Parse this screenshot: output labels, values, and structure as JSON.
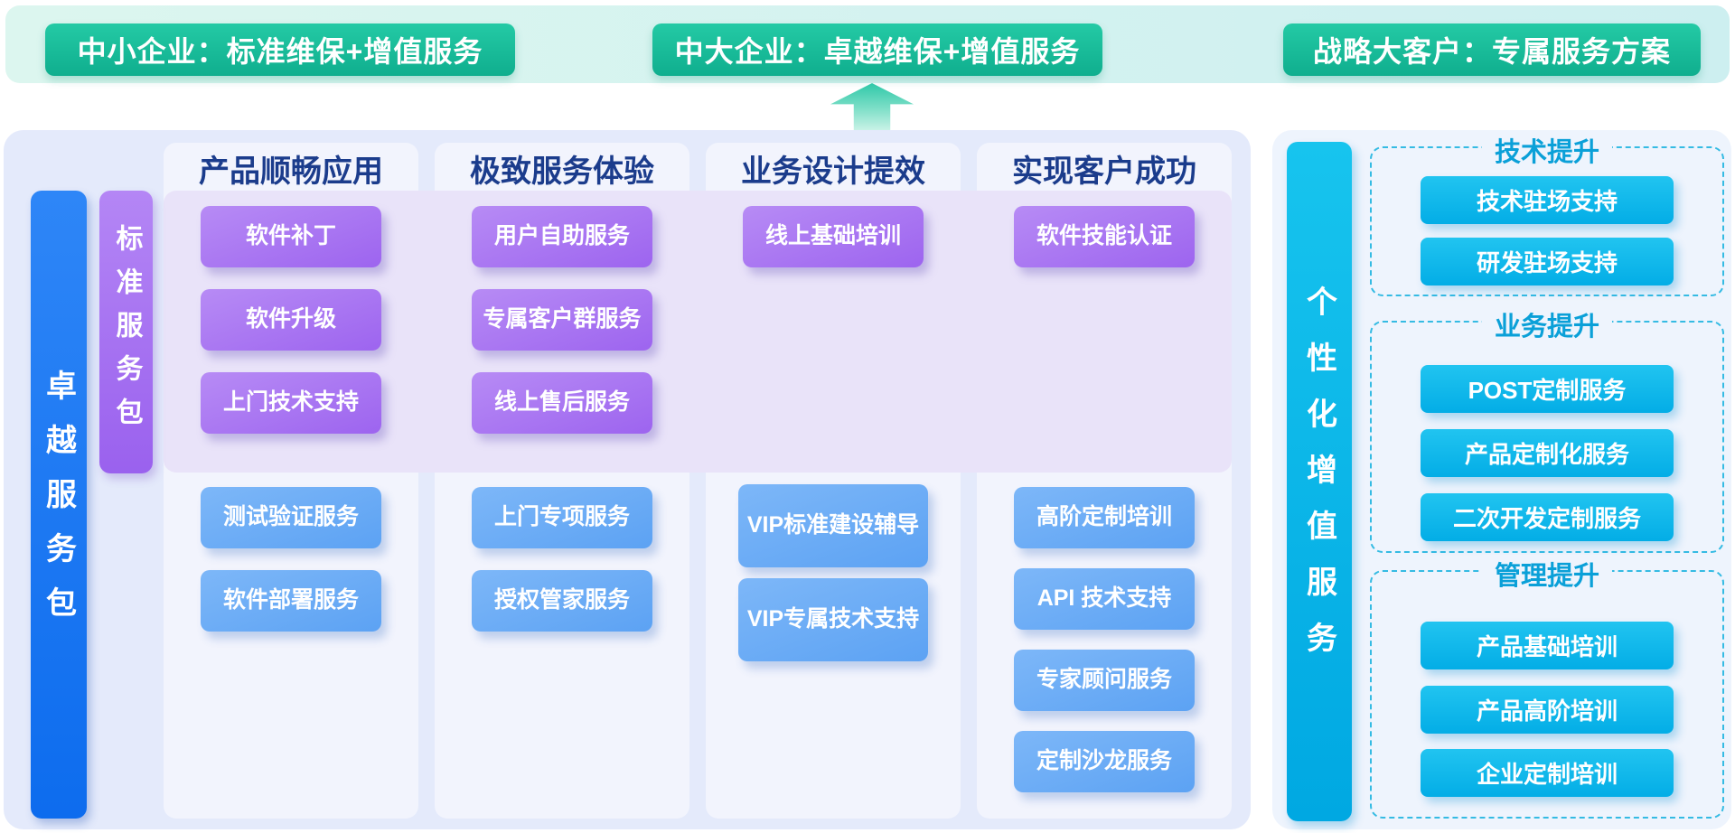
{
  "banner": {
    "badges": [
      {
        "label": "中小企业：标准维保+增值服务"
      },
      {
        "label": "中大企业：卓越维保+增值服务"
      },
      {
        "label": "战略大客户：专属服务方案"
      }
    ]
  },
  "left_panel": {
    "excellence_bar_label": "卓越服务包",
    "standard_bar_label": "标准服务包",
    "columns": [
      {
        "header": "产品顺畅应用",
        "standard_items": [
          "软件补丁",
          "软件升级",
          "上门技术支持"
        ],
        "excellence_items": [
          "测试验证服务",
          "软件部署服务"
        ]
      },
      {
        "header": "极致服务体验",
        "standard_items": [
          "用户自助服务",
          "专属客户群服务",
          "线上售后服务"
        ],
        "excellence_items": [
          "上门专项服务",
          "授权管家服务"
        ]
      },
      {
        "header": "业务设计提效",
        "standard_items": [
          "线上基础培训"
        ],
        "excellence_items": [
          "VIP标准建设辅导",
          "VIP专属技术支持"
        ]
      },
      {
        "header": "实现客户成功",
        "standard_items": [
          "软件技能认证"
        ],
        "excellence_items": [
          "高阶定制培训",
          "API 技术支持",
          "专家顾问服务",
          "定制沙龙服务"
        ]
      }
    ]
  },
  "right_panel": {
    "bar_label": "个性化增值服务",
    "groups": [
      {
        "header": "技术提升",
        "items": [
          "技术驻场支持",
          "研发驻场支持"
        ]
      },
      {
        "header": "业务提升",
        "items": [
          "POST定制服务",
          "产品定制化服务",
          "二次开发定制服务"
        ]
      },
      {
        "header": "管理提升",
        "items": [
          "产品基础培训",
          "产品高阶培训",
          "企业定制培训"
        ]
      }
    ]
  },
  "colors": {
    "badge_teal": "#12b48f",
    "banner_bg": "#d7f3ee",
    "excellence_blue": "#1373f2",
    "standard_purple": "#a26cf2",
    "chip_purple": "#aa76f1",
    "chip_blue": "#6fb0f6",
    "personalized_cyan": "#06b4e9",
    "header_navy": "#1b3c8c"
  }
}
